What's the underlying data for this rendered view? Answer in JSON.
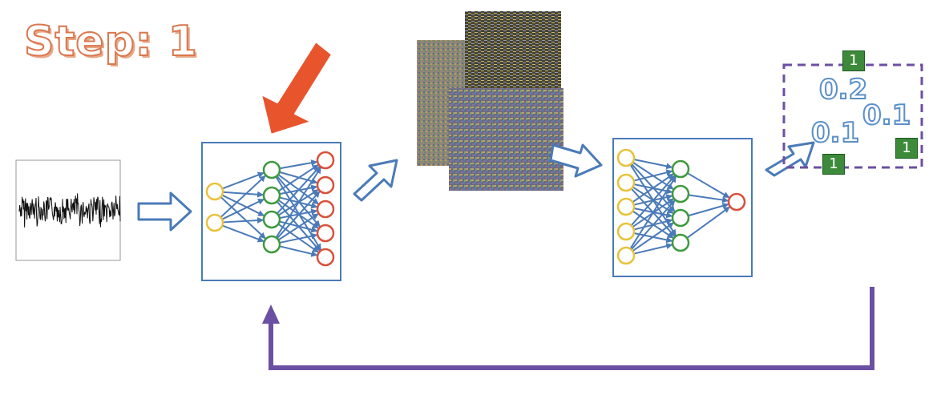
{
  "title": "Step: 1",
  "scores": [
    "0.2",
    "0.1",
    "0.1"
  ],
  "badges": [
    "1",
    "1",
    "1"
  ],
  "colors": {
    "title_stroke": "#d9774e",
    "network_box": "#4a7ab8",
    "edge": "#4a7ab8",
    "input_node": "#e8c23a",
    "hidden_node": "#3d9a3d",
    "output_node": "#d9503a",
    "pointer_arrow": "#e8552d",
    "feedback_arrow": "#6b4fa3",
    "score_text": "#5b8fc7",
    "badge": "#3c8a3a",
    "dashed_box": "#6b4fa3"
  },
  "icons": {
    "signal_plot": "noise-waveform-icon",
    "generator": "neural-network-icon",
    "generated_images": "noise-image-icon",
    "discriminator": "neural-network-icon",
    "flow": "outlined-arrow-icon",
    "focus": "pointer-arrow-icon",
    "feedback": "feedback-loop-arrow-icon"
  }
}
